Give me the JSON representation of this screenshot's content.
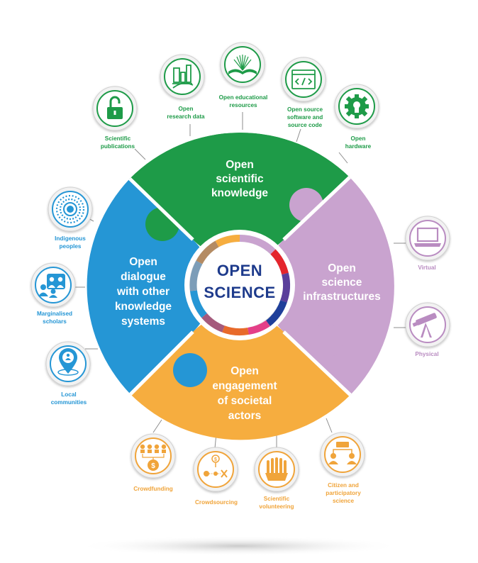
{
  "center": {
    "line1": "OPEN",
    "line2": "SCIENCE"
  },
  "quadrants": {
    "knowledge": {
      "lines": [
        "Open",
        "scientific",
        "knowledge"
      ]
    },
    "infrastructures": {
      "lines": [
        "Open",
        "science",
        "infrastructures"
      ]
    },
    "engagement": {
      "lines": [
        "Open",
        "engagement",
        "of societal",
        "actors"
      ]
    },
    "dialogue": {
      "lines": [
        "Open",
        "dialogue",
        "with other",
        "knowledge",
        "systems"
      ]
    }
  },
  "icons": {
    "scientific_publications": {
      "lines": [
        "Scientific",
        "publications"
      ],
      "icon": "unlocked-padlock-icon"
    },
    "open_research_data": {
      "lines": [
        "Open",
        "research data"
      ],
      "icon": "data-chart-icon"
    },
    "open_educational_resources": {
      "lines": [
        "Open educational",
        "resources"
      ],
      "icon": "open-book-icon"
    },
    "open_source_software": {
      "lines": [
        "Open source",
        "software and",
        "source code"
      ],
      "icon": "code-window-icon"
    },
    "open_hardware": {
      "lines": [
        "Open",
        "hardware"
      ],
      "icon": "gear-icon"
    },
    "virtual": {
      "lines": [
        "Virtual"
      ],
      "icon": "laptop-icon"
    },
    "physical": {
      "lines": [
        "Physical"
      ],
      "icon": "telescope-icon"
    },
    "citizen_science": {
      "lines": [
        "Citizen and",
        "participatory",
        "science"
      ],
      "icon": "people-network-icon"
    },
    "scientific_volunteering": {
      "lines": [
        "Scientific",
        "volunteering"
      ],
      "icon": "raised-hands-icon"
    },
    "crowdsourcing": {
      "lines": [
        "Crowdsourcing"
      ],
      "icon": "crowdsourcing-icon"
    },
    "crowdfunding": {
      "lines": [
        "Crowdfunding"
      ],
      "icon": "crowdfunding-icon"
    },
    "local_communities": {
      "lines": [
        "Local",
        "communities"
      ],
      "icon": "location-pin-icon"
    },
    "marginalised_scholars": {
      "lines": [
        "Marginalised",
        "scholars"
      ],
      "icon": "scholars-icon"
    },
    "indigenous_peoples": {
      "lines": [
        "Indigenous",
        "peoples"
      ],
      "icon": "dot-pattern-icon"
    }
  },
  "colors": {
    "green": "#1e9b48",
    "blue": "#2596d5",
    "purple": "#c9a3cf",
    "orange": "#f6ad3f",
    "center_text": "#1e3b8c"
  }
}
